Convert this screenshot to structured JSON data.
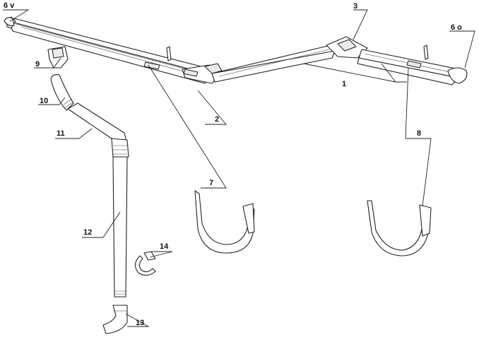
{
  "diagram": {
    "labels": {
      "l1": "1",
      "l2": "2",
      "l3": "3",
      "l6v": "6 v",
      "l6o": "6 o",
      "l7": "7",
      "l8": "8",
      "l9": "9",
      "l10": "10",
      "l11": "11",
      "l12": "12",
      "l13": "13",
      "l14": "14"
    }
  }
}
